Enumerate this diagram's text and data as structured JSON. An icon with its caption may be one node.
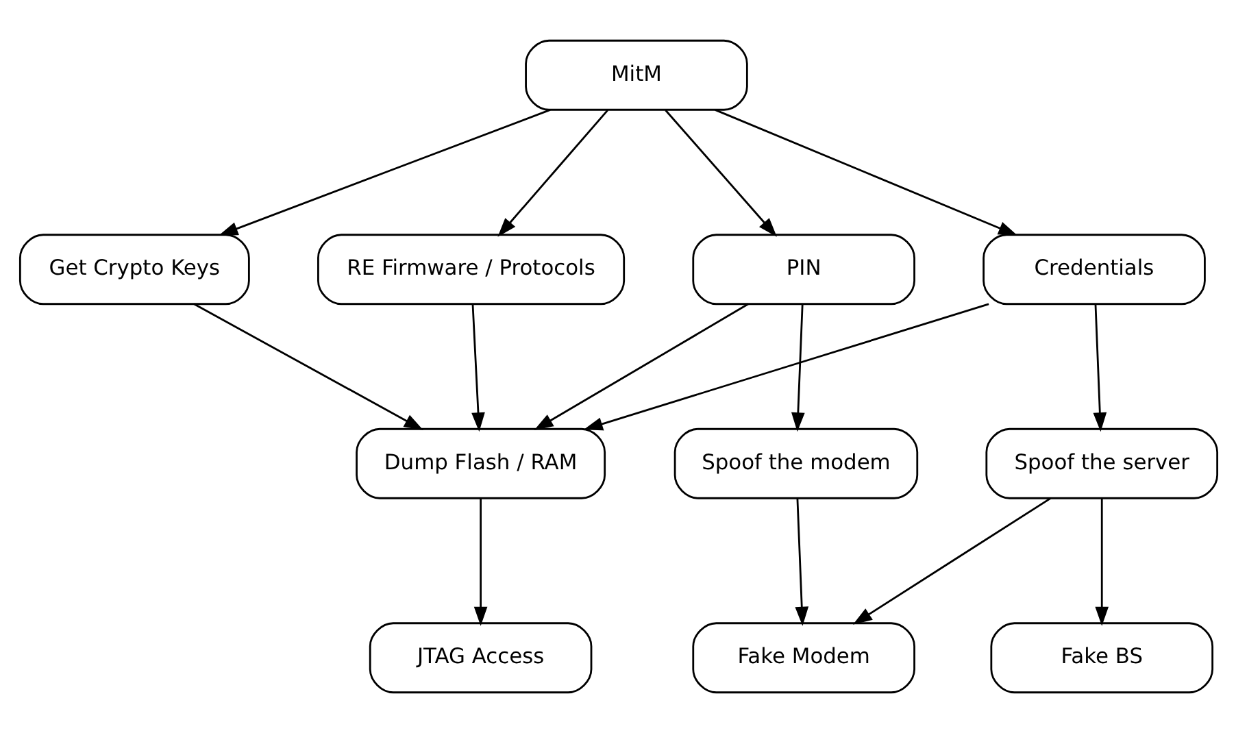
{
  "diagram": {
    "nodes": [
      {
        "text": [
          "MitM"
        ]
      },
      {
        "text": [
          "Get Crypto Keys"
        ]
      },
      {
        "text": [
          "RE Firmware / Protocols"
        ]
      },
      {
        "text": [
          "PIN"
        ]
      },
      {
        "text": [
          "Credentials"
        ]
      },
      {
        "text": [
          "Dump Flash / RAM"
        ]
      },
      {
        "text": [
          "Spoof the modem"
        ]
      },
      {
        "text": [
          "Spoof the server"
        ]
      },
      {
        "text": [
          "JTAG Access"
        ]
      },
      {
        "text": [
          "Fake Modem"
        ]
      },
      {
        "text": [
          "Fake BS"
        ]
      }
    ],
    "edges": [
      {
        "from": 0,
        "to": 1,
        "arrow": "to"
      },
      {
        "from": 0,
        "to": 2,
        "arrow": "to"
      },
      {
        "from": 0,
        "to": 3,
        "arrow": "to"
      },
      {
        "from": 0,
        "to": 4,
        "arrow": "to"
      },
      {
        "from": 1,
        "to": 5,
        "arrow": "to"
      },
      {
        "from": 2,
        "to": 5,
        "arrow": "to"
      },
      {
        "from": 3,
        "to": 5,
        "arrow": "to"
      },
      {
        "from": 4,
        "to": 5,
        "arrow": "to"
      },
      {
        "from": 3,
        "to": 6,
        "arrow": "to"
      },
      {
        "from": 4,
        "to": 7,
        "arrow": "to"
      },
      {
        "from": 5,
        "to": 8,
        "arrow": "to"
      },
      {
        "from": 6,
        "to": 9,
        "arrow": "to"
      },
      {
        "from": 7,
        "to": 9,
        "arrow": "to"
      },
      {
        "from": 7,
        "to": 10,
        "arrow": "to"
      }
    ]
  }
}
